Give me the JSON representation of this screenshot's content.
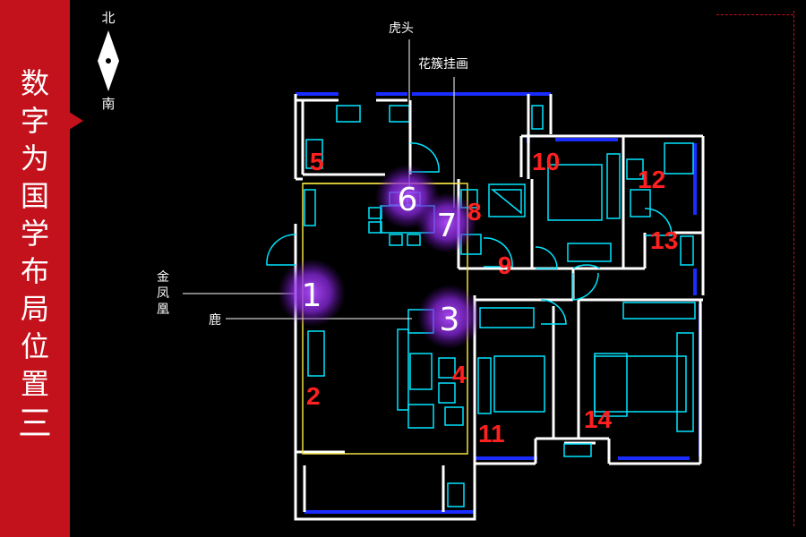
{
  "sidebar": {
    "title_chars": [
      "数",
      "字",
      "为",
      "国",
      "学",
      "布",
      "局",
      "位",
      "置"
    ],
    "part_number": "三"
  },
  "compass": {
    "north": "北",
    "south": "南"
  },
  "callouts": {
    "tiger_head": "虎头",
    "flower_painting": "花簇挂画",
    "phoenix_line1": "金",
    "phoenix_line2": "凤",
    "phoenix_line3": "凰",
    "deer": "鹿"
  },
  "markers": {
    "m1": "1",
    "m3": "3",
    "m6": "6",
    "m7": "7"
  },
  "room_numbers": {
    "r2": "2",
    "r4": "4",
    "r5": "5",
    "r8": "8",
    "r9": "9",
    "r10": "10",
    "r11": "11",
    "r12": "12",
    "r13": "13",
    "r14": "14"
  },
  "colors": {
    "accent": "#c4121c",
    "wall": "#ffffff",
    "window": "#1a2cff",
    "furniture": "#00e5ff",
    "zone_line": "#f0e040",
    "room_number": "#ff2020",
    "marker_glow": "#9b30ff"
  }
}
